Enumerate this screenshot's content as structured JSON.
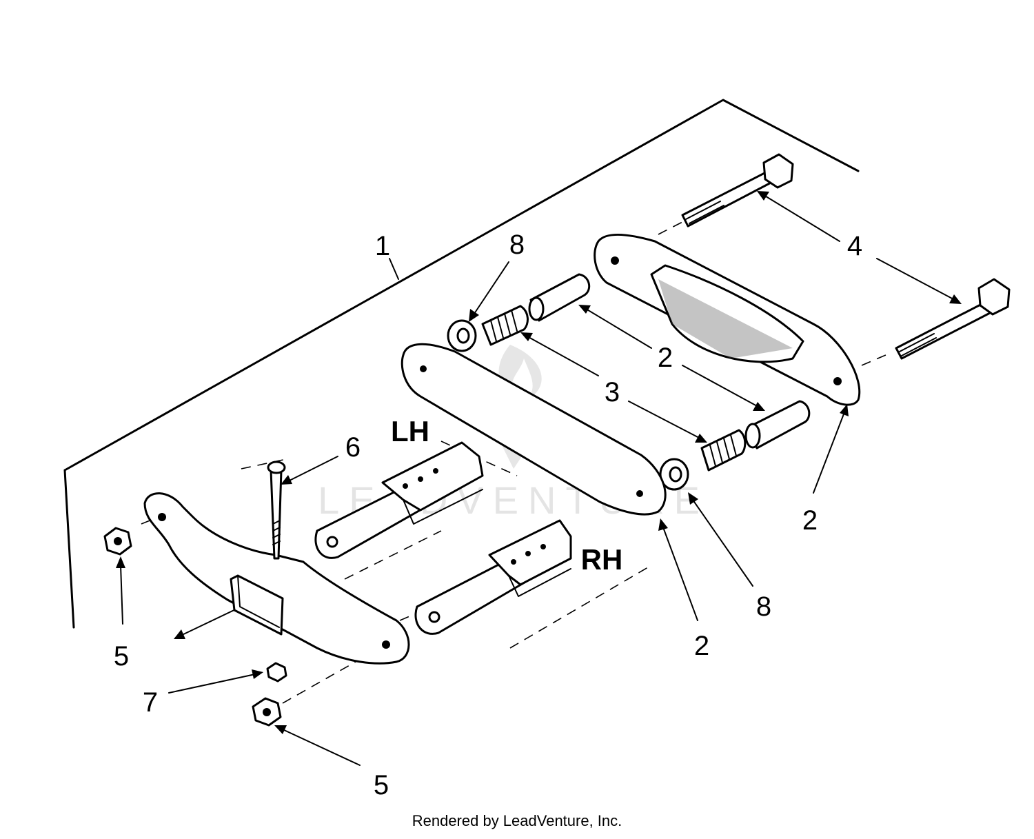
{
  "callouts": {
    "c1": "1",
    "c2a": "2",
    "c2b": "2",
    "c2c": "2",
    "c3": "3",
    "c4": "4",
    "c5a": "5",
    "c5b": "5",
    "c6": "6",
    "c7": "7",
    "c8a": "8",
    "c8b": "8"
  },
  "side_labels": {
    "left": "LH",
    "right": "RH"
  },
  "watermark": {
    "text": "LEADVENTURE",
    "icon": "leadventure-logo-icon"
  },
  "footer": {
    "text": "Rendered by LeadVenture, Inc."
  },
  "colors": {
    "ink": "#000000",
    "background": "#ffffff",
    "watermark": "#e4e4e4"
  }
}
